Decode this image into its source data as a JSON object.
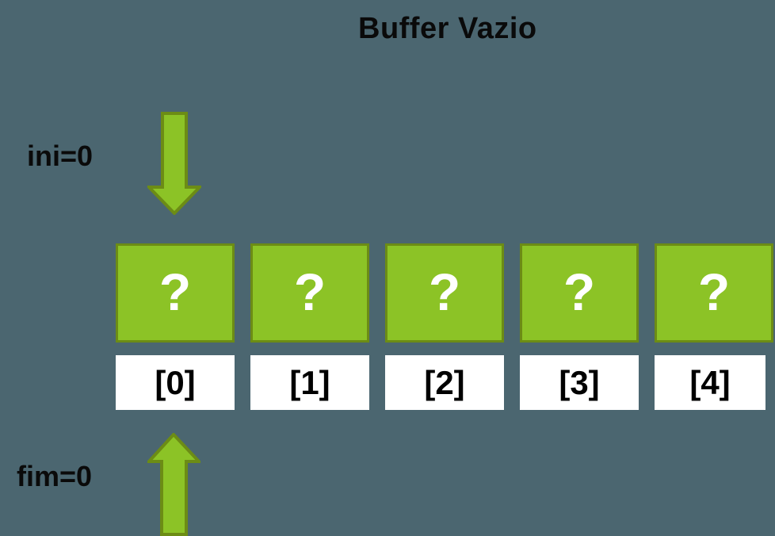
{
  "title": "Buffer Vazio",
  "pointers": {
    "ini": "ini=0",
    "fim": "fim=0"
  },
  "buffer": {
    "cells": [
      {
        "value": "?",
        "index": "[0]"
      },
      {
        "value": "?",
        "index": "[1]"
      },
      {
        "value": "?",
        "index": "[2]"
      },
      {
        "value": "?",
        "index": "[3]"
      },
      {
        "value": "?",
        "index": "[4]"
      }
    ]
  },
  "colors": {
    "background": "#4B6670",
    "cell_fill": "#8CC326",
    "cell_border": "#6C8C15",
    "arrow_fill": "#8CC326",
    "arrow_border": "#6C8C15",
    "index_background": "#FFFFFF",
    "index_text": "#000000",
    "question_mark": "#FFFFFF",
    "label_text": "#0A0A0A"
  }
}
